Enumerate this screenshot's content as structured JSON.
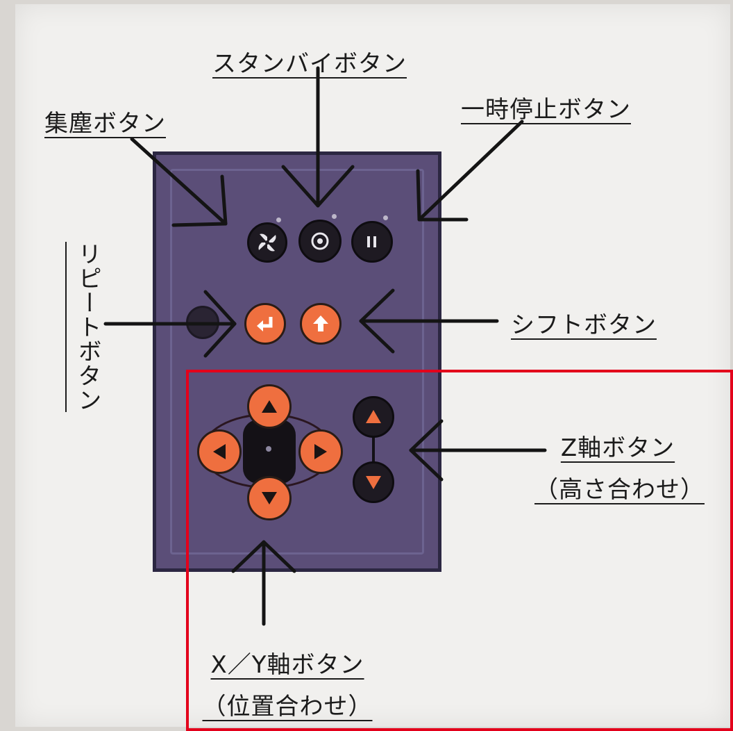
{
  "labels": {
    "standby": "スタンバイボタン",
    "dust_collect": "集塵ボタン",
    "pause": "一時停止ボタン",
    "repeat": "リピートボタン",
    "shift": "シフトボタン",
    "z_axis": "Z軸ボタン",
    "z_axis_sub": "（高さ合わせ）",
    "xy_axis": "X／Y軸ボタン",
    "xy_axis_sub": "（位置合わせ）"
  },
  "icons": {
    "dust_collect_button": "fan-icon",
    "standby_button": "standby-icon",
    "pause_button": "pause-icon",
    "repeat_button": "return-icon",
    "shift_button": "shift-up-icon",
    "up_button": "triangle-up-icon",
    "down_button": "triangle-down-icon",
    "left_button": "triangle-left-icon",
    "right_button": "triangle-right-icon",
    "z_up_button": "triangle-up-icon",
    "z_down_button": "triangle-down-icon"
  },
  "colors": {
    "panel": "#5b4e78",
    "orange_button": "#ef6f3f",
    "dark_button": "#1e1a22",
    "highlight_frame": "#e3001b"
  }
}
